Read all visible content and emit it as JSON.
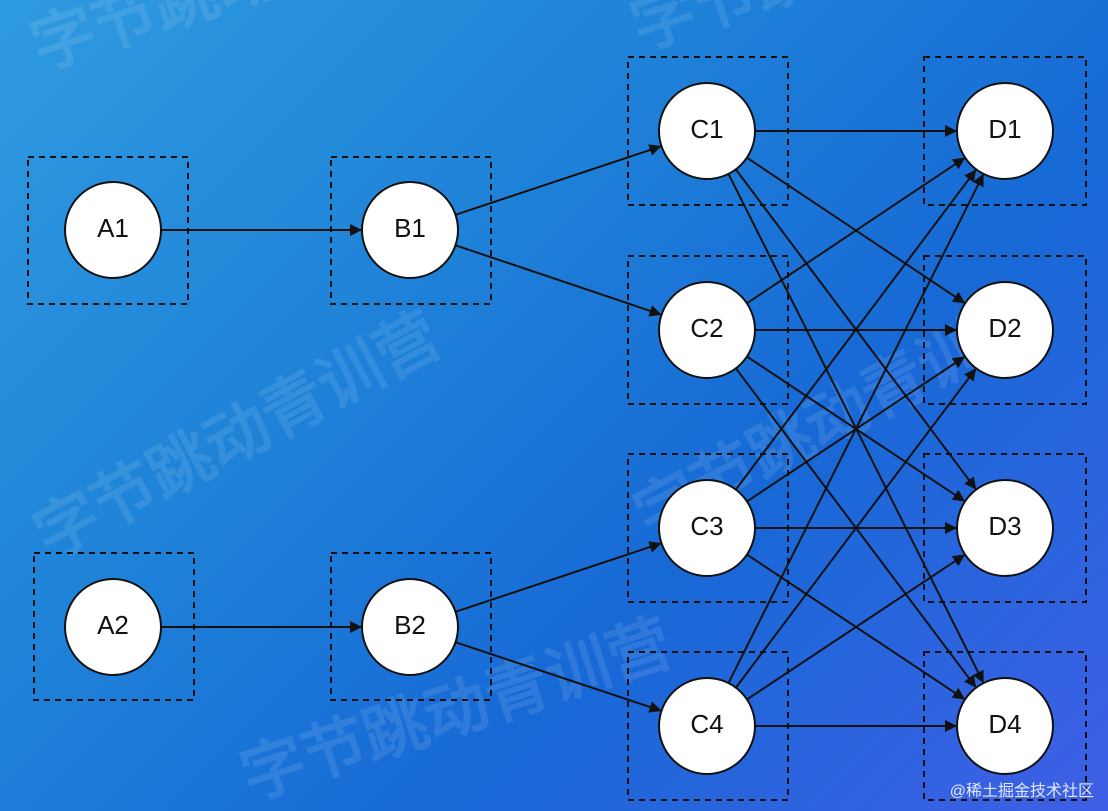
{
  "colors": {
    "node_fill": "#ffffff",
    "stroke": "#111111"
  },
  "watermark": {
    "text": "字节跳动青训营"
  },
  "credit": {
    "text": "@稀土掘金技术社区"
  },
  "nodes": [
    {
      "id": "A1",
      "label": "A1"
    },
    {
      "id": "B1",
      "label": "B1"
    },
    {
      "id": "A2",
      "label": "A2"
    },
    {
      "id": "B2",
      "label": "B2"
    },
    {
      "id": "C1",
      "label": "C1"
    },
    {
      "id": "C2",
      "label": "C2"
    },
    {
      "id": "C3",
      "label": "C3"
    },
    {
      "id": "C4",
      "label": "C4"
    },
    {
      "id": "D1",
      "label": "D1"
    },
    {
      "id": "D2",
      "label": "D2"
    },
    {
      "id": "D3",
      "label": "D3"
    },
    {
      "id": "D4",
      "label": "D4"
    }
  ],
  "edges": [
    {
      "from": "A1",
      "to": "B1"
    },
    {
      "from": "B1",
      "to": "C1"
    },
    {
      "from": "B1",
      "to": "C2"
    },
    {
      "from": "A2",
      "to": "B2"
    },
    {
      "from": "B2",
      "to": "C3"
    },
    {
      "from": "B2",
      "to": "C4"
    },
    {
      "from": "C1",
      "to": "D1"
    },
    {
      "from": "C1",
      "to": "D2"
    },
    {
      "from": "C1",
      "to": "D3"
    },
    {
      "from": "C1",
      "to": "D4"
    },
    {
      "from": "C2",
      "to": "D1"
    },
    {
      "from": "C2",
      "to": "D2"
    },
    {
      "from": "C2",
      "to": "D3"
    },
    {
      "from": "C2",
      "to": "D4"
    },
    {
      "from": "C3",
      "to": "D1"
    },
    {
      "from": "C3",
      "to": "D2"
    },
    {
      "from": "C3",
      "to": "D3"
    },
    {
      "from": "C3",
      "to": "D4"
    },
    {
      "from": "C4",
      "to": "D1"
    },
    {
      "from": "C4",
      "to": "D2"
    },
    {
      "from": "C4",
      "to": "D3"
    },
    {
      "from": "C4",
      "to": "D4"
    }
  ]
}
